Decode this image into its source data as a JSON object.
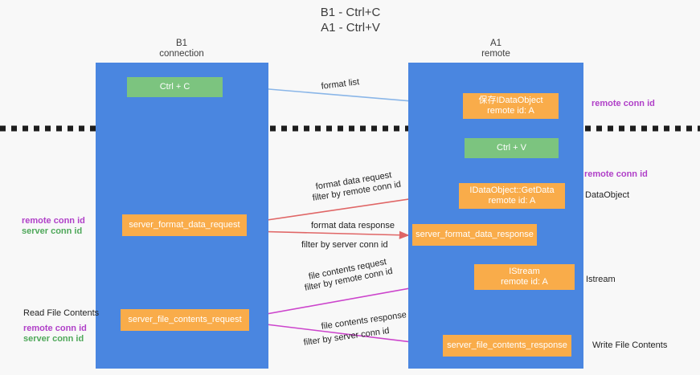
{
  "title": "B1 - Ctrl+C\nA1 - Ctrl+V",
  "colors": {
    "column_blue": "#4a86e0",
    "node_orange": "#f9ac4a",
    "node_green": "#7cc47f",
    "purple": "#b040c8",
    "green_text": "#4fa85a",
    "arrow_blue": "#8ab6e8",
    "arrow_red": "#e06666",
    "arrow_magenta": "#cc44cc",
    "arrow_black": "#000000",
    "background": "#f8f8f8"
  },
  "columns": [
    {
      "id": "b1",
      "head": "B1\nconnection"
    },
    {
      "id": "a1",
      "head": "A1\nremote"
    }
  ],
  "nodes": {
    "ctrl_c": "Ctrl + C",
    "ctrl_v": "Ctrl + V",
    "save_dataobject": "保存IDataObject\nremote id: A",
    "getdata": "IDataObject::GetData\nremote id: A",
    "istream": "IStream\nremote id: A",
    "server_format_data_request": "server_format_data_request",
    "server_format_data_response": "server_format_data_response",
    "server_file_contents_request": "server_file_contents_request",
    "server_file_contents_response": "server_file_contents_response"
  },
  "edge_labels": {
    "format_list": "format list",
    "format_data_request": "format data request",
    "format_data_request_filter_prefix": "filter by ",
    "format_data_request_filter_key": "remote conn id",
    "format_data_response": "format data response",
    "format_data_response_filter_prefix": "filter by ",
    "format_data_response_filter_key": "server conn id",
    "file_contents_request": "file contents request",
    "file_contents_request_filter_prefix": "filter by ",
    "file_contents_request_filter_key": "remote conn id",
    "file_contents_response": "file contents response",
    "file_contents_response_filter_prefix": "filter by ",
    "file_contents_response_filter_key": "server conn id"
  },
  "annotations": {
    "right_remote_conn_id_top": "remote conn id",
    "right_remote_conn_id_mid": "remote conn id",
    "right_dataobject": "DataObject",
    "right_istream": "Istream",
    "right_write_file_contents": "Write File Contents",
    "left_remote_conn_id_mid": "remote conn id",
    "left_server_conn_id_mid": "server conn id",
    "left_read_file_contents": "Read File Contents",
    "left_remote_conn_id_bot": "remote conn id",
    "left_server_conn_id_bot": "server conn id"
  }
}
